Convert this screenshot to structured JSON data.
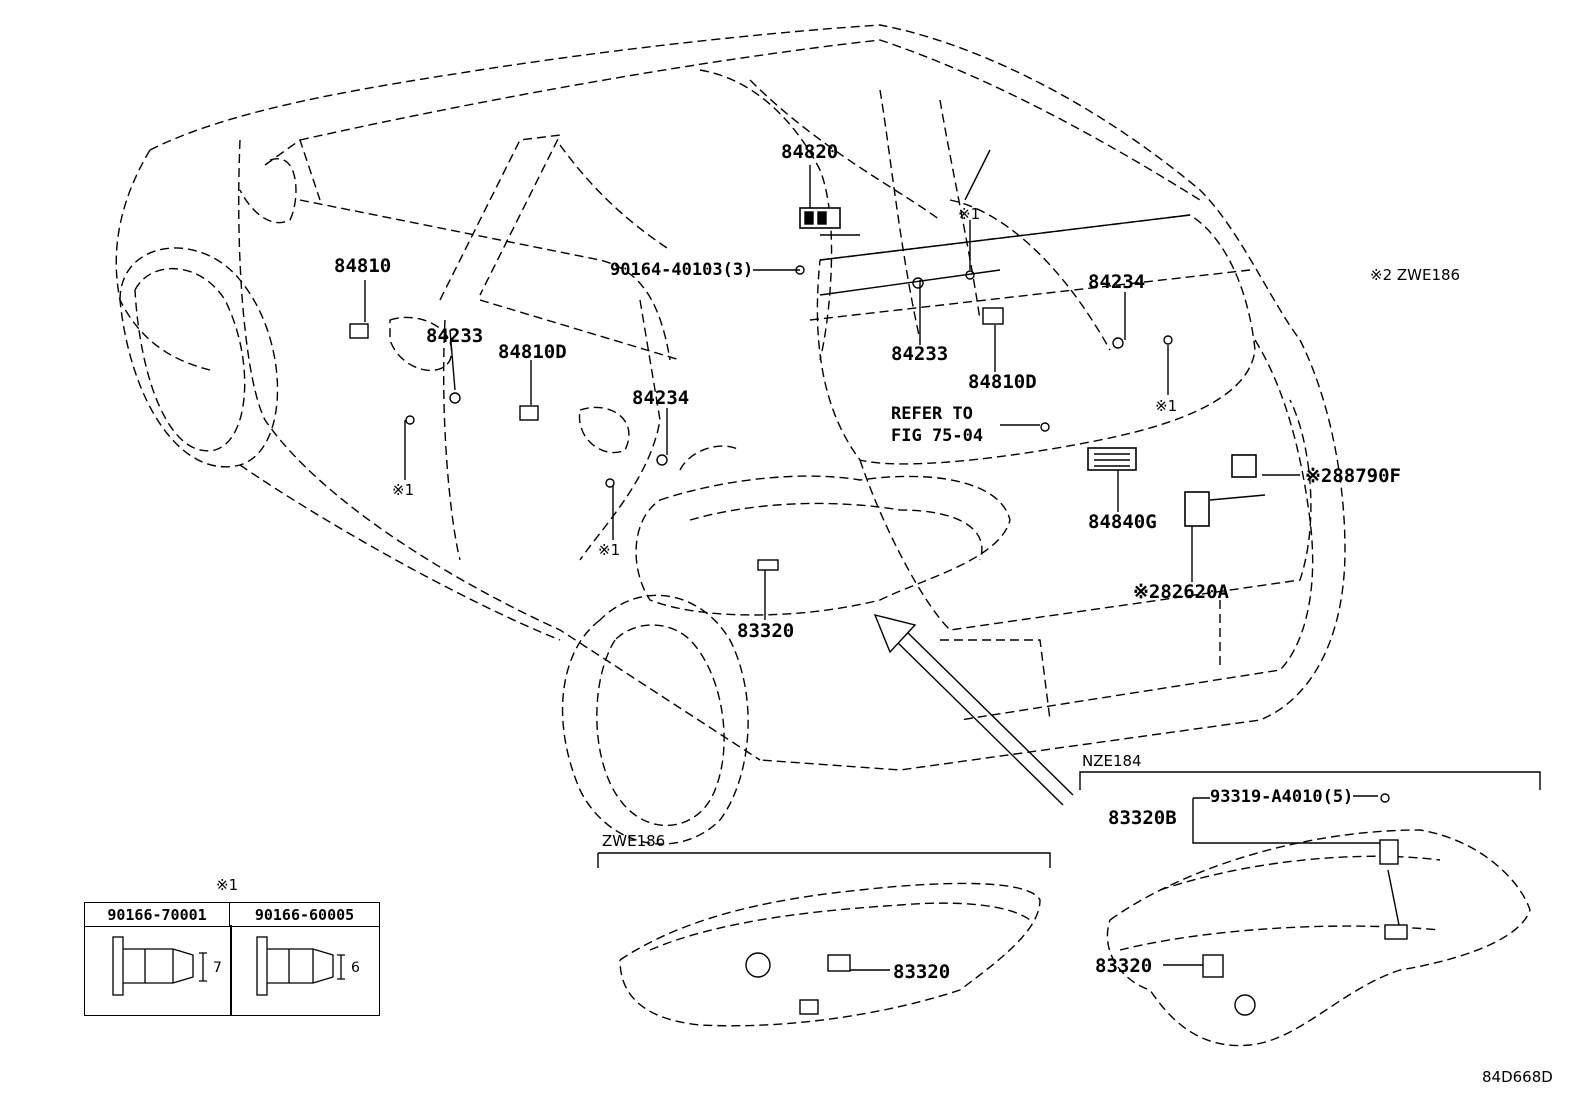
{
  "labels": {
    "p84820": "84820",
    "p90164": "90164-40103(3)",
    "p84810": "84810",
    "p84233a": "84233",
    "p84810Da": "84810D",
    "p84234a": "84234",
    "x1_left": "※1",
    "x1_mid": "※1",
    "x1_top": "※1",
    "p84233b": "84233",
    "p84810Db": "84810D",
    "p84234b": "84234",
    "x1_right": "※1",
    "refer1": "REFER TO",
    "refer2": "FIG 75-04",
    "p84840G": "84840G",
    "p88790F": "※288790F",
    "p82620A": "※282620A",
    "p83320_main": "83320",
    "p83320_zwe": "83320",
    "p83320B": "83320B",
    "p93319": "93319-A4010(5)",
    "p83320_nze": "83320"
  },
  "notes": {
    "zwe186_note": "※2 ZWE186",
    "nze184": "NZE184",
    "zwe186": "ZWE186",
    "diagram_code": "84D668D"
  },
  "table": {
    "title": "※1",
    "col1": "90166-70001",
    "col2": "90166-60005",
    "dim1": "7",
    "dim2": "6"
  }
}
